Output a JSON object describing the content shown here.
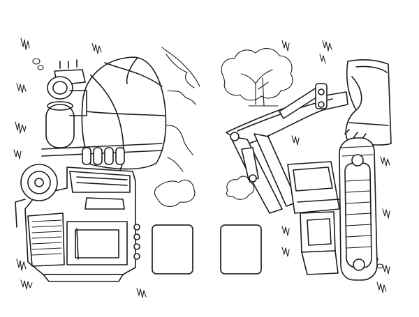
{
  "page": {
    "background_color": "#ffffff",
    "line_color": "#1a1a1a"
  },
  "illustrations": [
    {
      "name": "concrete-mixer-truck",
      "side": "left"
    },
    {
      "name": "excavator",
      "side": "right"
    }
  ],
  "blank_boxes": [
    {
      "name": "answer-box-left"
    },
    {
      "name": "answer-box-right"
    }
  ]
}
